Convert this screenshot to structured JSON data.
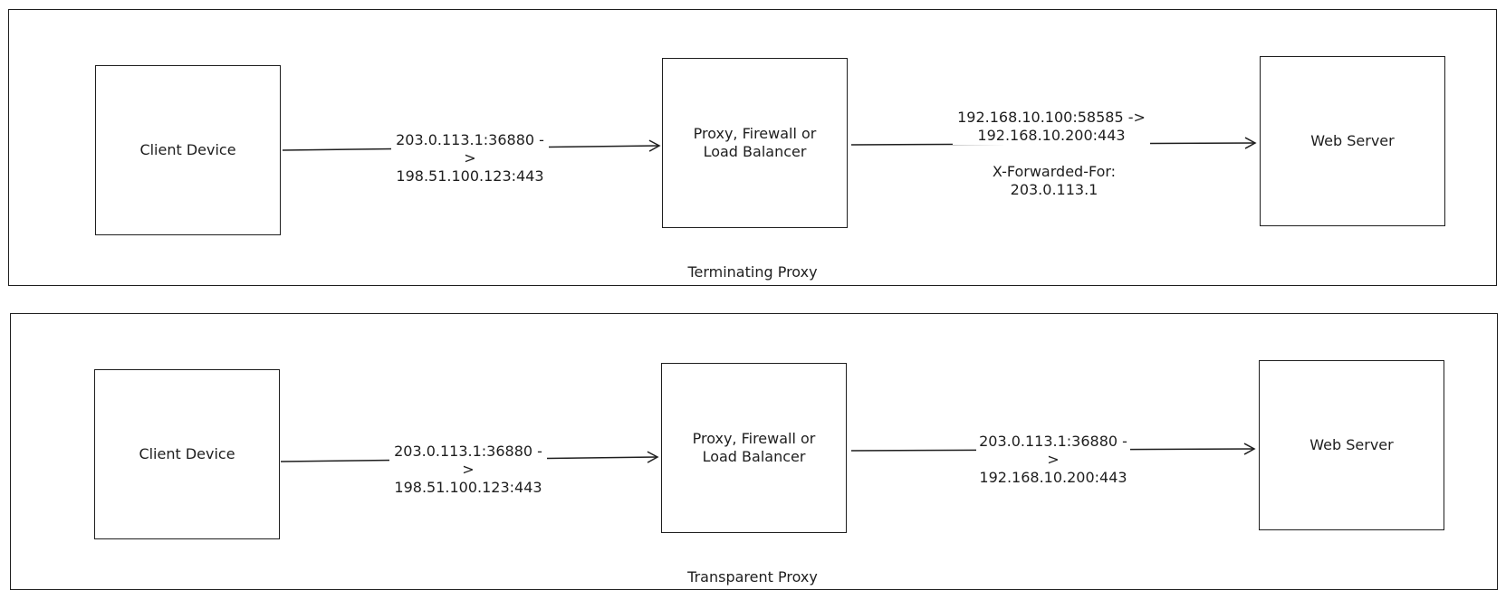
{
  "terminating": {
    "caption": "Terminating Proxy",
    "client": "Client Device",
    "proxy": "Proxy, Firewall or\nLoad Balancer",
    "server": "Web Server",
    "edge_client_proxy": "203.0.113.1:36880 ->\n198.51.100.123:443",
    "edge_proxy_server": "192.168.10.100:58585 ->\n192.168.10.200:443",
    "header_note": "X-Forwarded-For: 203.0.113.1"
  },
  "transparent": {
    "caption": "Transparent Proxy",
    "client": "Client Device",
    "proxy": "Proxy, Firewall or\nLoad Balancer",
    "server": "Web Server",
    "edge_client_proxy": "203.0.113.1:36880 ->\n198.51.100.123:443",
    "edge_proxy_server": "203.0.113.1:36880 ->\n192.168.10.200:443"
  },
  "colors": {
    "stroke": "#1e1e1e",
    "background": "#ffffff"
  }
}
